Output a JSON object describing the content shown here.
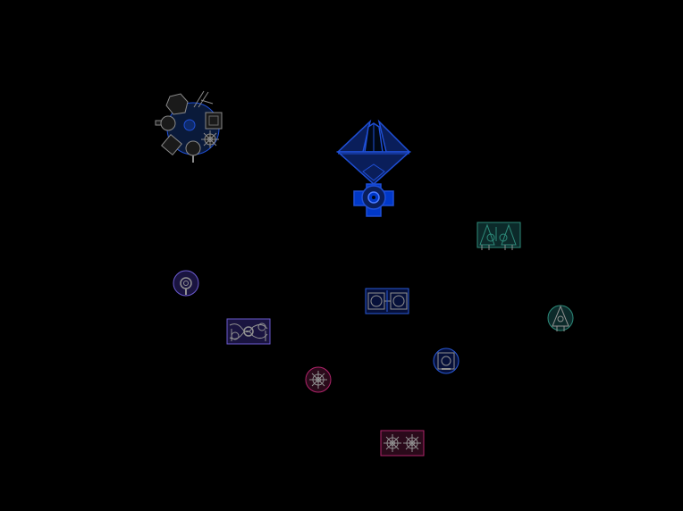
{
  "scene": {
    "background": "#000000"
  },
  "colors": {
    "player_fill": "#0a1e5a",
    "player_stroke": "#1f4fd6",
    "player_inner": "#0038c8",
    "station_fill": "#0a1a3a",
    "station_stroke": "#8a8a8a",
    "station_module": "#1a1a1a",
    "teal_stroke": "#2e8b7a",
    "teal_fill": "#0c2a2a",
    "violet_stroke": "#6a5acd",
    "violet_fill": "#1a1440",
    "blue_stroke": "#2a5ad8",
    "blue_fill": "#06103a",
    "magenta_stroke": "#b0246a",
    "magenta_fill": "#2a0a1a",
    "part_stroke": "#909090"
  },
  "entities": [
    {
      "kind": "space-station",
      "icon": "modular-station-icon"
    },
    {
      "kind": "player-ship",
      "icon": "player-ship-icon"
    },
    {
      "kind": "teal-ship-block",
      "icon": "teal-ship-icon"
    },
    {
      "kind": "violet-pod",
      "icon": "violet-pod-icon"
    },
    {
      "kind": "blue-ship-block",
      "icon": "blue-ship-icon"
    },
    {
      "kind": "teal-pod",
      "icon": "teal-pod-icon"
    },
    {
      "kind": "violet-ship-block",
      "icon": "violet-ship-icon"
    },
    {
      "kind": "blue-pod",
      "icon": "blue-pod-icon"
    },
    {
      "kind": "magenta-pod",
      "icon": "magenta-pod-icon"
    },
    {
      "kind": "magenta-ship-block",
      "icon": "magenta-ship-icon"
    }
  ]
}
